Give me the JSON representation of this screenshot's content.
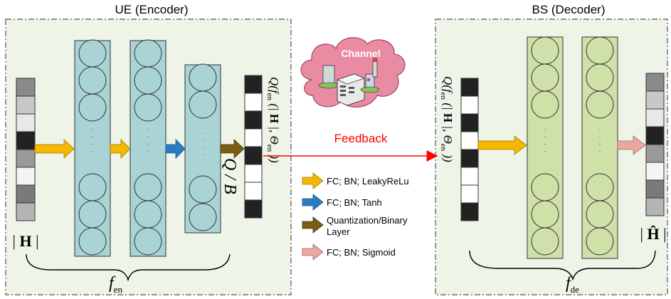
{
  "encoder": {
    "title": "UE (Encoder)",
    "input_label": "| H |",
    "function_symbol": "f",
    "function_subscript": "en",
    "quantizer_label": "Q / B",
    "output_label": "Q(f en (| H |, Θ en ))",
    "panel_color": "#eef4e8"
  },
  "decoder": {
    "title": "BS (Decoder)",
    "input_label": "Q(f en (| H |, Θ en ))",
    "output_label": "| Ĥ |",
    "function_symbol": "f",
    "function_subscript": "de",
    "panel_color": "#eef4e8"
  },
  "channel": {
    "label": "Channel",
    "cloud_color": "#e98ca3",
    "label_color": "#ffffff"
  },
  "feedback": {
    "label": "Feedback",
    "color": "#ff0000"
  },
  "legend": [
    {
      "label": "FC; BN; LeakyReLu",
      "color": "#f5b800",
      "icon": "yellow-arrow-icon"
    },
    {
      "label": "FC; BN; Tanh",
      "color": "#2a7bc0",
      "icon": "blue-arrow-icon"
    },
    {
      "label": "Quantization/Binary",
      "label2": "Layer",
      "color": "#7a5c14",
      "icon": "brown-arrow-icon"
    },
    {
      "label": "FC; BN; Sigmoid",
      "color": "#e8a8a0",
      "icon": "pink-arrow-icon"
    }
  ],
  "colors": {
    "encoder_layer": "#a9d3d5",
    "decoder_layer": "#cfe0a8",
    "dashed_border": "#555555"
  }
}
